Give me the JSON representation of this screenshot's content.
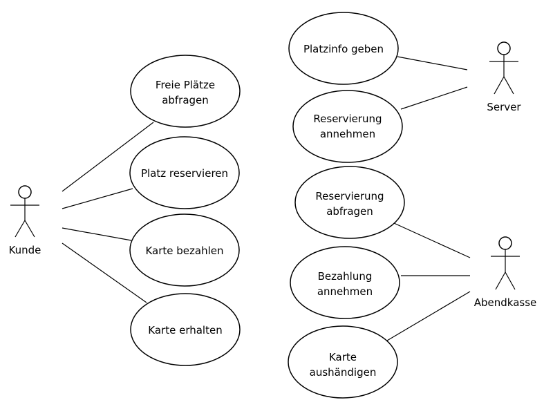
{
  "actors": {
    "kunde": {
      "label": "Kunde"
    },
    "server": {
      "label": "Server"
    },
    "abendkasse": {
      "label": "Abendkasse"
    }
  },
  "use_cases": {
    "freie_plaetze": {
      "line1": "Freie Plätze",
      "line2": "abfragen"
    },
    "platz_reservieren": {
      "line1": "Platz reservieren"
    },
    "karte_bezahlen": {
      "line1": "Karte bezahlen"
    },
    "karte_erhalten": {
      "line1": "Karte erhalten"
    },
    "platzinfo_geben": {
      "line1": "Platzinfo geben"
    },
    "reservierung_annehmen": {
      "line1": "Reservierung",
      "line2": "annehmen"
    },
    "reservierung_abfragen": {
      "line1": "Reservierung",
      "line2": "abfragen"
    },
    "bezahlung_annehmen": {
      "line1": "Bezahlung",
      "line2": "annehmen"
    },
    "karte_aushaendigen": {
      "line1": "Karte",
      "line2": "aushändigen"
    }
  }
}
